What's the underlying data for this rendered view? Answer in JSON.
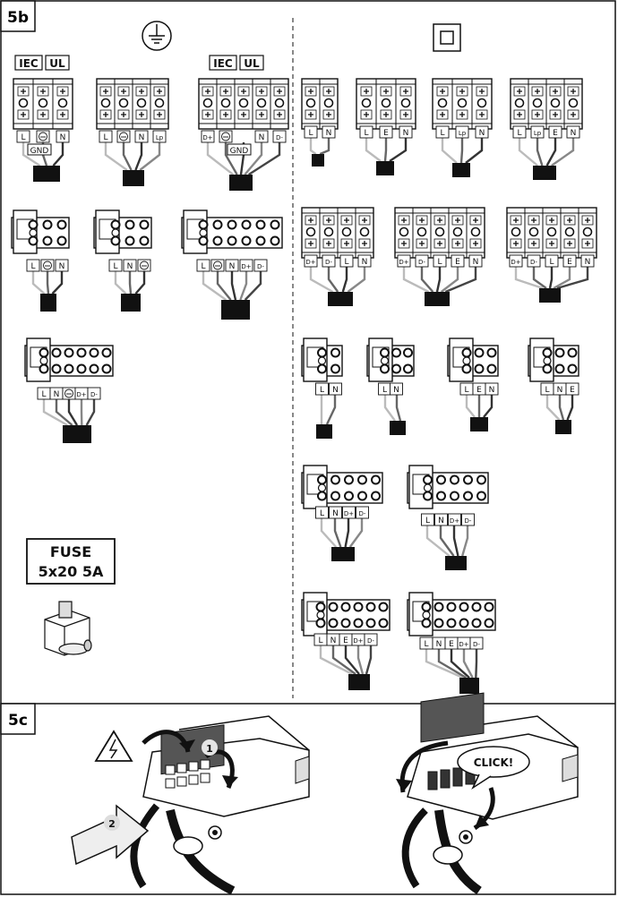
{
  "panels": {
    "b": {
      "label": "5b"
    },
    "c": {
      "label": "5c"
    }
  },
  "standards": {
    "iec": "IEC",
    "ul": "UL"
  },
  "terminals": {
    "L": "L",
    "N": "N",
    "E": "E",
    "Lp": "Lp",
    "Dp": "D+",
    "Dm": "D-",
    "GND": "GND"
  },
  "fuse": {
    "line1": "FUSE",
    "line2": "5x20 5A"
  },
  "steps": {
    "one": "1",
    "two": "2"
  },
  "callout": {
    "click": "CLICK!"
  },
  "icons": {
    "class1": "protective-earth-icon",
    "class2": "double-insulation-icon",
    "warning": "electric-shock-warning-icon"
  }
}
